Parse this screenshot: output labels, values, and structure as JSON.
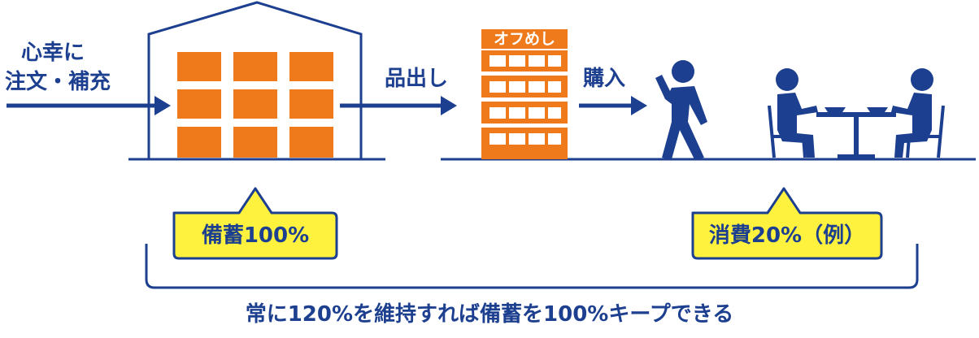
{
  "order_label_line1": "心幸に",
  "order_label_line2": "注文・補充",
  "pickout_label": "品出し",
  "shelf_sign": "オフめし",
  "purchase_label": "購入",
  "stock_callout": "備蓄100%",
  "consume_callout": "消費20%（例）",
  "caption": "常に120%を維持すれば備蓄を100%キープできる",
  "colors": {
    "navy": "#1d3f8f",
    "orange": "#ee7a1b",
    "callout_fill": "#fff23f",
    "line": "#1d3f8f"
  },
  "icons": [
    "warehouse-icon",
    "shelf-icon",
    "walking-person-icon",
    "dining-people-icon"
  ]
}
